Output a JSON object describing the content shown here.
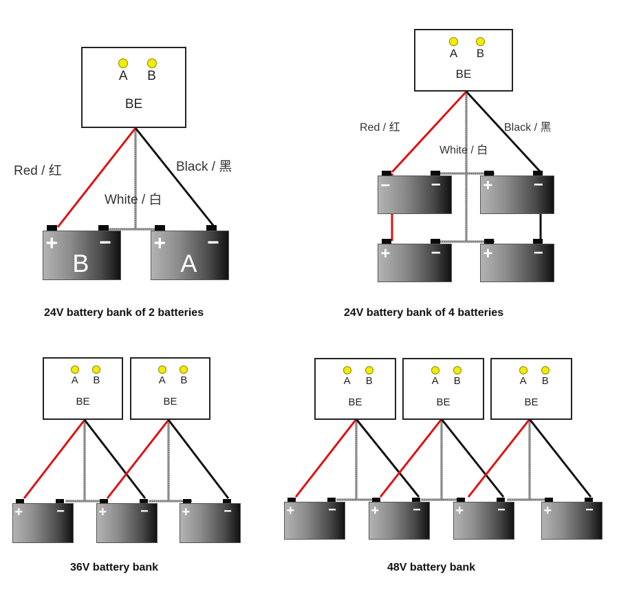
{
  "colors": {
    "red_wire": "#e01010",
    "black_wire": "#111111",
    "white_wire": "#9a9a9a",
    "led": "#f2ec00",
    "background": "#ffffff"
  },
  "box": {
    "led_a_label": "A",
    "led_b_label": "B",
    "name": "BE"
  },
  "battery_signs": {
    "plus": "+",
    "minus": "−"
  },
  "wire_labels": {
    "red": "Red / 红",
    "black": "Black / 黑",
    "white": "White / 白"
  },
  "diagrams": [
    {
      "id": "d24v2",
      "caption": "24V battery bank of 2 batteries",
      "batteries": [
        {
          "plus": "+",
          "minus": "−",
          "letter": "B"
        },
        {
          "plus": "+",
          "minus": "−",
          "letter": "A"
        }
      ],
      "be_boxes": 1
    },
    {
      "id": "d24v4",
      "caption": "24V battery bank of 4 batteries",
      "batteries": [
        {
          "plus": "−",
          "minus": "−"
        },
        {
          "plus": "+",
          "minus": "−"
        },
        {
          "plus": "+",
          "minus": "−"
        },
        {
          "plus": "+",
          "minus": "−"
        }
      ],
      "be_boxes": 1
    },
    {
      "id": "d36v",
      "caption": "36V battery bank",
      "batteries": [
        {
          "plus": "+",
          "minus": "−"
        },
        {
          "plus": "+",
          "minus": "−"
        },
        {
          "plus": "+",
          "minus": "−"
        }
      ],
      "be_boxes": 2
    },
    {
      "id": "d48v",
      "caption": "48V battery bank",
      "batteries": [
        {
          "plus": "+",
          "minus": "−"
        },
        {
          "plus": "+",
          "minus": "−"
        },
        {
          "plus": "+",
          "minus": "−"
        },
        {
          "plus": "+",
          "minus": "−"
        }
      ],
      "be_boxes": 3
    }
  ]
}
